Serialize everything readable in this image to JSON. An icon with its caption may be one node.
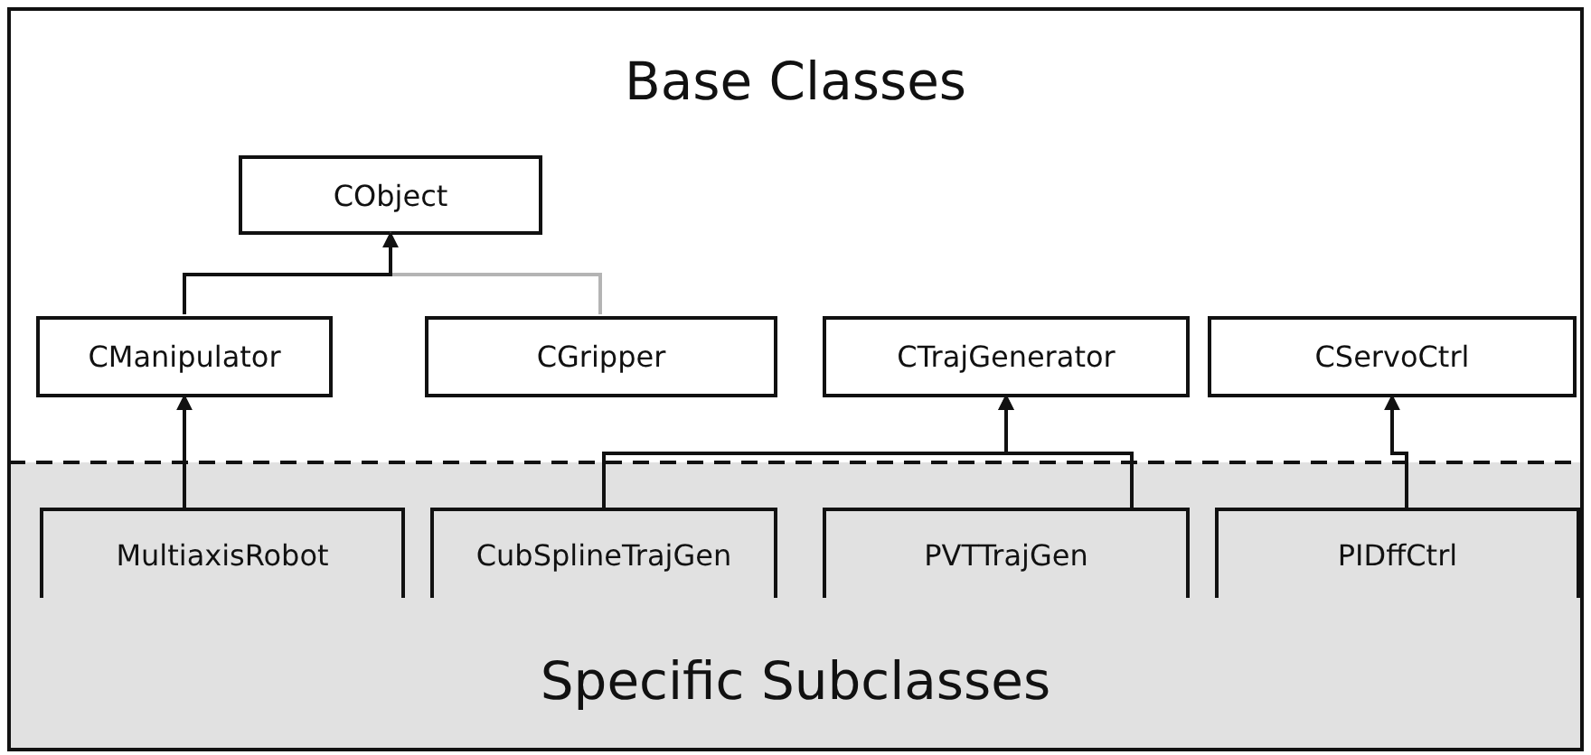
{
  "diagram": {
    "nodes": [
      {
        "text": [
          "Base Classes"
        ]
      },
      {
        "text": [
          "CObject"
        ],
        "in": 0
      },
      {
        "text": [
          "CManipulator"
        ],
        "in": 0
      },
      {
        "text": [
          "CGripper"
        ],
        "in": 0
      },
      {
        "text": [
          "CTrajGenerator"
        ],
        "in": 0
      },
      {
        "text": [
          "CServoCtrl"
        ],
        "in": 0
      },
      {
        "text": [
          "Specific Subclasses"
        ]
      },
      {
        "text": [
          "MultiaxisRobot"
        ],
        "in": 6
      },
      {
        "text": [
          "CubSplineTrajGen"
        ],
        "in": 6
      },
      {
        "text": [
          "PVTTrajGen"
        ],
        "in": 6
      },
      {
        "text": [
          "PIDffCtrl"
        ],
        "in": 6
      }
    ],
    "edges": [
      {
        "from": 2,
        "to": 1,
        "arrow": "to"
      },
      {
        "from": 3,
        "to": 1,
        "arrow": "to",
        "color": "#b4b4b4"
      },
      {
        "from": 7,
        "to": 2,
        "arrow": "to"
      },
      {
        "from": 8,
        "to": 4,
        "arrow": "to"
      },
      {
        "from": 9,
        "to": 4,
        "arrow": "to"
      },
      {
        "from": 10,
        "to": 5,
        "arrow": "to"
      }
    ]
  }
}
